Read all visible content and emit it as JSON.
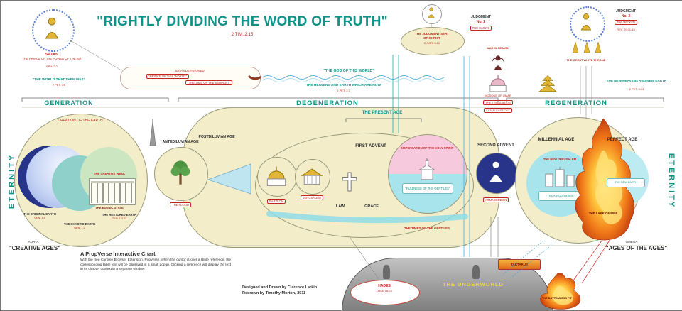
{
  "title": {
    "text": "\"RIGHTLY DIVIDING THE WORD OF TRUTH\"",
    "verse": "2 TIM. 2:15"
  },
  "eternity": {
    "left": "ETERNITY",
    "right": "ETERNITY"
  },
  "satan": {
    "name": "SATAN",
    "title": "THE PRINCE OF THE POWER OF THE AIR",
    "verse": "EPH. 2:2"
  },
  "banner": {
    "line1": "SATAN DETHRONED",
    "box1": "\"PRINCE OF THIS WORLD\"",
    "box2": "\"THE TIME OF THE SERPENT\""
  },
  "world": {
    "then_was": "\"THE WORLD THAT THEN WAS\"",
    "then_verse": "2 PET. 3:6",
    "god_of_world": "\"THE GOD OF THIS WORLD\"",
    "heavens_now": "\"THE HEAVENS AND EARTH WHICH ARE NOW\"",
    "now_verse": "2 PET. 3:7",
    "new_heavens": "\"THE NEW HEAVENS AND NEW EARTH\"",
    "new_verse": "2 PET. 3:13"
  },
  "sections": {
    "generation": "GENERATION",
    "degeneration": "DEGENERATION",
    "regeneration": "REGENERATION",
    "present_age": "THE PRESENT AGE"
  },
  "creation": {
    "title": "CREATION OF THE EARTH",
    "creative_week": "THE CREATIVE WEEK",
    "edenic": "THE EDENIC STATE",
    "captions": [
      {
        "name": "THE ORIGINAL EARTH",
        "verse": "GEN. 1:1"
      },
      {
        "name": "THE CHAOTIC EARTH",
        "verse": "GEN. 1:2"
      },
      {
        "name": "THE RESTORED EARTH",
        "verse": "GEN. 1:3-31"
      }
    ]
  },
  "ages": {
    "antediluvian": "ANTEDILUVIAN AGE",
    "flood": "THE FLOOD",
    "postdiluvian": "POSTDILUVIAN AGE"
  },
  "stations": {
    "babylon": "BABYLON",
    "jerusalem": "JERUSALEM",
    "law": "LAW",
    "grace": "GRACE",
    "first_advent": "FIRST ADVENT",
    "second_advent": "SECOND ADVENT",
    "armageddon": "ARMAGEDDON"
  },
  "church": {
    "dispensation": "DISPENSATION OF THE HOLY SPIRIT",
    "fullness": "\"FULLNESS OF THE GENTILES\"",
    "times": "THE TIMES OF THE GENTILES"
  },
  "judgment2": {
    "label": "JUDGMENT",
    "no": "No. 2",
    "who": "THE SAINTS",
    "seat1": "THE JUDGMENT SEAT",
    "seat2": "OF CHRIST",
    "verse": "2 COR. 5:10"
  },
  "mid": {
    "war": "WAR IN HEAVEN",
    "mosque": "MOSQUE OF OMAR",
    "tribulation": "THE TRIBULATION",
    "satan_cast": "SATAN CAST OUT"
  },
  "millennium": {
    "millennial": "MILLENNIAL AGE",
    "perfect": "PERFECT AGE",
    "new_jerusalem": "THE NEW JERUSALEM",
    "kingdom": "\"THE KINGDOM AGE\"",
    "new_earth": "THE NEW EARTH",
    "lake_of_fire": "THE LAKE OF FIRE"
  },
  "judgment3": {
    "label": "JUDGMENT",
    "no": "No. 3",
    "who": "THE WICKED",
    "verse": "REV. 20:11-15",
    "throne": "THE GREAT WHITE THRONE"
  },
  "corners": {
    "alpha": "ALPHA",
    "creative_ages": "\"CREATIVE AGES\"",
    "omega": "OMEGA",
    "ages_of_ages": "\"AGES OF THE AGES\""
  },
  "underworld": {
    "title": "THE UNDERWORLD",
    "hades": "HADES",
    "hades_verse": "LUKE 16:23",
    "tartarus": "TARTARUS",
    "pit": "THE BOTTOMLESS PIT"
  },
  "footer": {
    "heading": "A PropVerse Interactive Chart",
    "body": "With the free Chrome Browser Extension, PopVerse, when the cursor is over a Bible reference, the corresponding Bible text will be displayed in a small popup. Clicking a reference will display the text in its chapter context in a separate window.",
    "credit1": "Designed and Drawn by Clarence Larkin",
    "credit2": "Redrawn by Timothy Morton, 2011"
  }
}
